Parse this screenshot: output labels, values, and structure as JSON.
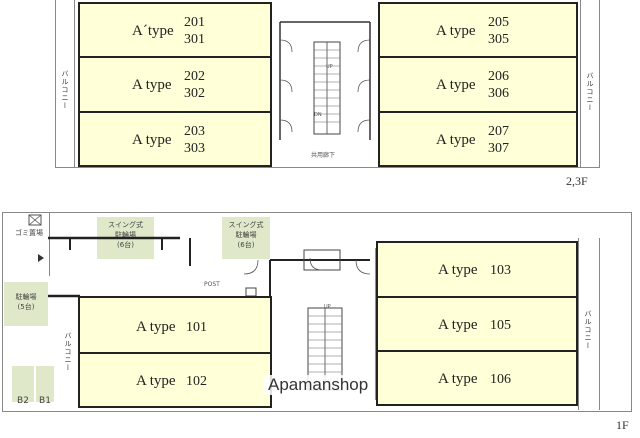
{
  "upper": {
    "left_units": [
      {
        "type": "A´type",
        "rooms": "201\n301"
      },
      {
        "type": "A type",
        "rooms": "202\n302"
      },
      {
        "type": "A type",
        "rooms": "203\n303"
      }
    ],
    "right_units": [
      {
        "type": "A type",
        "rooms": "205\n305"
      },
      {
        "type": "A type",
        "rooms": "206\n306"
      },
      {
        "type": "A type",
        "rooms": "207\n307"
      }
    ],
    "balcony_left": "バルコニー",
    "balcony_right": "バルコニー",
    "corridor": "共用廊下",
    "stair_up": "UP",
    "stair_dn": "DN",
    "floor_label": "2,3F"
  },
  "lower": {
    "right_units": [
      {
        "type": "A type",
        "rooms": "103"
      },
      {
        "type": "A type",
        "rooms": "105"
      },
      {
        "type": "A type",
        "rooms": "106"
      }
    ],
    "left_units": [
      {
        "type": "A type",
        "rooms": "101"
      },
      {
        "type": "A type",
        "rooms": "102"
      }
    ],
    "garbage": "ゴミ置場",
    "bike_park_1": "スイング式\n駐輪場\n(6台)",
    "bike_park_2": "スイング式\n駐輪場\n(6台)",
    "bike_park_3": "駐輪場\n(5台)",
    "post": "POST",
    "balcony_left": "バルコニー",
    "balcony_right": "バルコニー",
    "stair_up": "UP",
    "parking": [
      "B2",
      "B1"
    ],
    "floor_label": "1F",
    "watermark": "Apamanshop"
  }
}
